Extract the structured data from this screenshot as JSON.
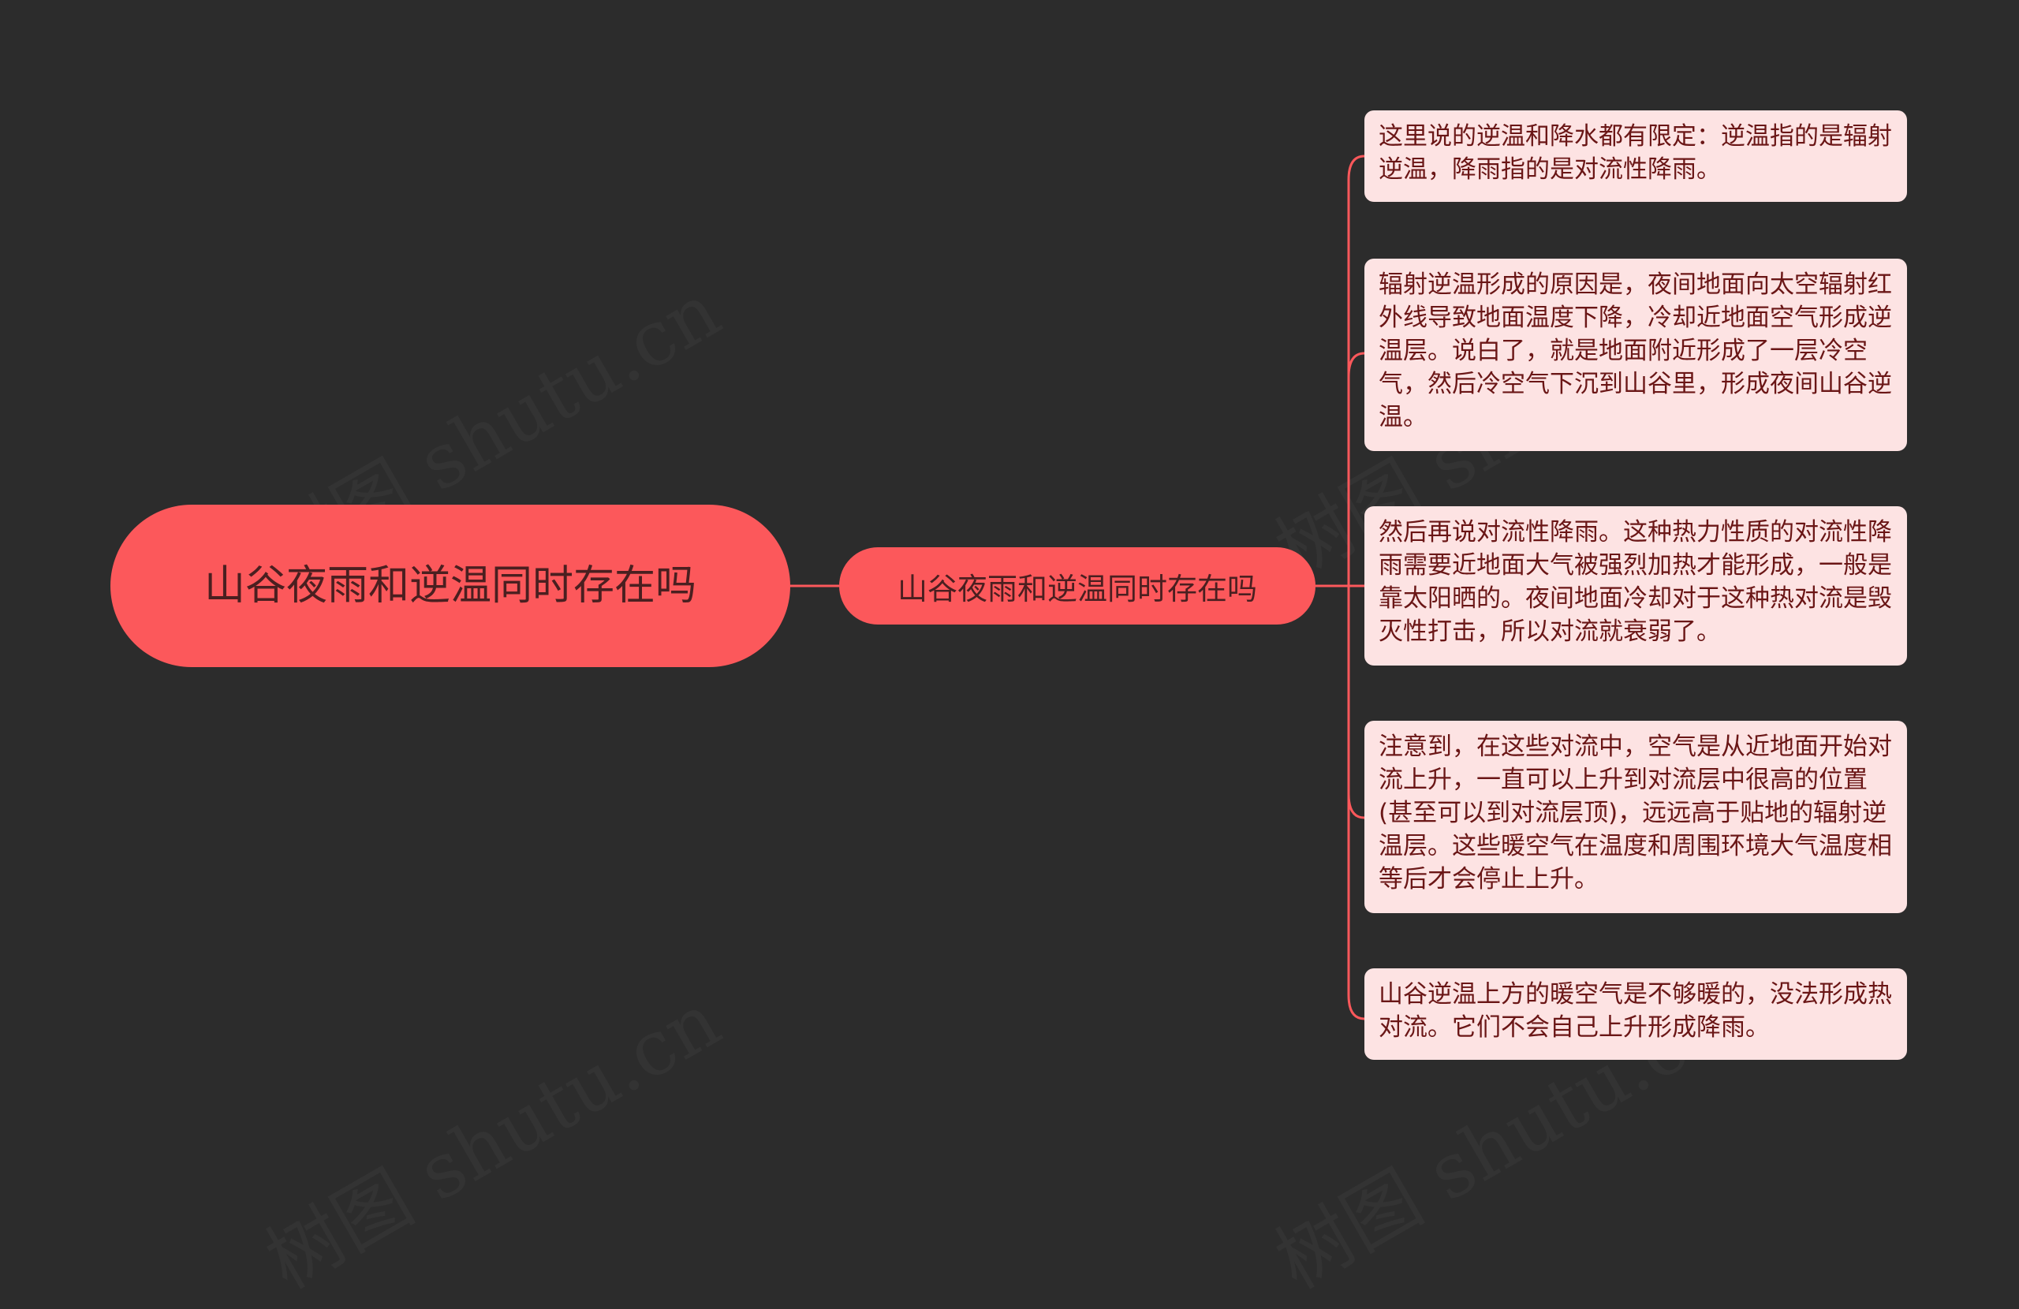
{
  "colors": {
    "background": "#2c2c2c",
    "node_fill": "#fc585b",
    "leaf_fill": "#fde3e3",
    "leaf_text": "#6a1616",
    "connector": "#fc585b"
  },
  "root": {
    "label": "山谷夜雨和逆温同时存在吗"
  },
  "branch": {
    "label": "山谷夜雨和逆温同时存在吗"
  },
  "leaves": [
    {
      "text": "这里说的逆温和降水都有限定：逆温指的是辐射逆温，降雨指的是对流性降雨。"
    },
    {
      "text": "辐射逆温形成的原因是，夜间地面向太空辐射红外线导致地面温度下降，冷却近地面空气形成逆温层。说白了，就是地面附近形成了一层冷空气，然后冷空气下沉到山谷里，形成夜间山谷逆温。"
    },
    {
      "text": "然后再说对流性降雨。这种热力性质的对流性降雨需要近地面大气被强烈加热才能形成，一般是靠太阳晒的。夜间地面冷却对于这种热对流是毁灭性打击，所以对流就衰弱了。"
    },
    {
      "text": "注意到，在这些对流中，空气是从近地面开始对流上升，一直可以上升到对流层中很高的位置(甚至可以到对流层顶)，远远高于贴地的辐射逆温层。这些暖空气在温度和周围环境大气温度相等后才会停止上升。"
    },
    {
      "text": "山谷逆温上方的暖空气是不够暖的，没法形成热对流。它们不会自己上升形成降雨。"
    }
  ],
  "watermark": {
    "text": "树图 shutu.cn"
  }
}
